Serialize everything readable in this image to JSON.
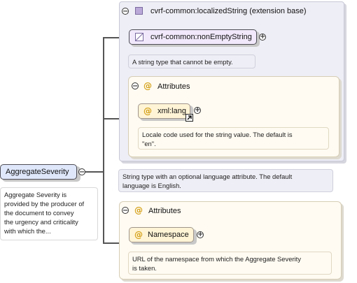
{
  "root": {
    "name": "AggregateSeverity",
    "doc": [
      "Aggregate Severity is",
      "provided by the producer of",
      "the document to convey",
      "the urgency and criticality",
      "with which the..."
    ]
  },
  "extension": {
    "title": "cvrf-common:localizedString (extension base)",
    "base_name": "cvrf-common:nonEmptyString",
    "base_doc": "A string type that cannot be empty.",
    "attributes_label": "Attributes",
    "attribute": {
      "name": "xml:lang",
      "doc": [
        "Locale code used for the string value. The default is",
        "\"en\"."
      ]
    },
    "doc": [
      "String type with an optional language attribute. The default",
      "language is English."
    ]
  },
  "attributes": {
    "label": "Attributes",
    "attribute": {
      "name": "Namespace",
      "doc": [
        "URL of the namespace from which the Aggregate Severity",
        "is taken."
      ]
    }
  },
  "icons": {
    "collapse": "collapse-icon",
    "expand": "expand-icon",
    "attribute": "attribute-icon",
    "complex_type": "complex-type-icon",
    "simple_type": "simple-type-icon",
    "link": "link-arrow-icon"
  },
  "colors": {
    "root_fill": "#dfe8fb",
    "base_fill": "#f1e9fb",
    "attribute_fill": "#fff4d6",
    "attr_panel": "#fffbf2",
    "ext_panel": "#eeeef6"
  }
}
